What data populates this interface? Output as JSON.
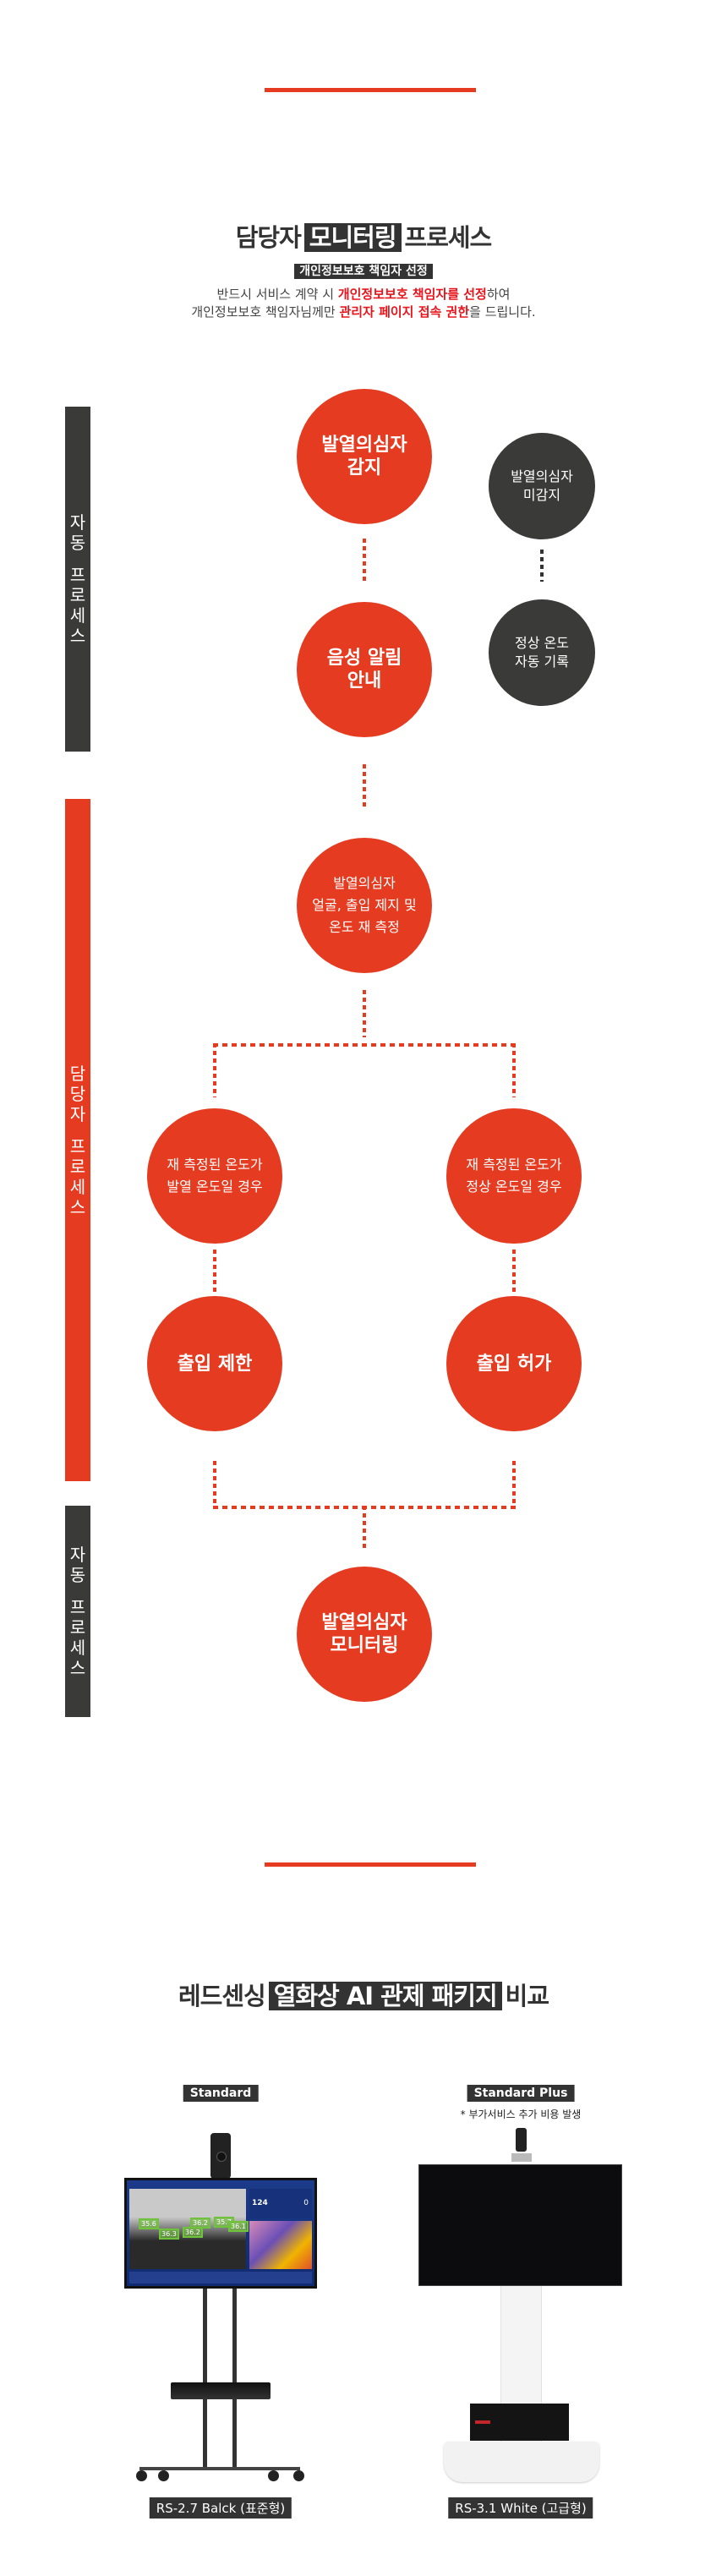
{
  "section1": {
    "title_pre": "담당자",
    "title_highlight": "모니터링",
    "title_post": "프로세스",
    "badge": "개인정보보호 책임자 선정",
    "line1_pre": "반드시 서비스 계약 시 ",
    "line1_red": "개인정보보호 책임자를 선정",
    "line1_post": "하여",
    "line2_pre": "개인정보보호 책임자님께만 ",
    "line2_red": "관리자 페이지 접속 권한",
    "line2_post": "을 드립니다."
  },
  "sidebars": {
    "auto1": [
      "자",
      "동",
      "",
      "프",
      "로",
      "세",
      "스"
    ],
    "manager": [
      "담",
      "당",
      "자",
      "",
      "프",
      "로",
      "세",
      "스"
    ],
    "auto2": [
      "자",
      "동",
      "",
      "프",
      "로",
      "세",
      "스"
    ]
  },
  "flow": {
    "detect": [
      "발열의심자",
      "감지"
    ],
    "not_detect": [
      "발열의심자",
      "미감지"
    ],
    "voice": [
      "음성 알림",
      "안내"
    ],
    "normal_record": [
      "정상 온도",
      "자동 기록"
    ],
    "remeasure": [
      "발열의심자",
      "얼굴, 출입 제지 및",
      "온도 재 측정"
    ],
    "fever_case": [
      "재 측정된 온도가",
      "발열 온도일 경우"
    ],
    "normal_case": [
      "재 측정된 온도가",
      "정상 온도일 경우"
    ],
    "deny": "출입 제한",
    "allow": "출입 허가",
    "monitor": [
      "발열의심자",
      "모니터링"
    ]
  },
  "section2": {
    "title_pre": "레드센싱",
    "title_highlight": "열화상 AI 관제 패키지",
    "title_post": "비교",
    "products": [
      {
        "tier": "Standard",
        "name": "RS-2.7 Balck (표준형)",
        "screen": {
          "count": "124",
          "fever": "0",
          "temps": [
            "35.6",
            "36.3",
            "36.2",
            "36.2",
            "35.7",
            "36.1"
          ]
        }
      },
      {
        "tier": "Standard Plus",
        "note": "* 부가서비스 추가 비용 발생",
        "name": "RS-3.1 White (고급형)"
      }
    ]
  },
  "colors": {
    "accent": "#e53b21",
    "dark": "#3a3a38",
    "highlight_text": "#e8141c"
  }
}
